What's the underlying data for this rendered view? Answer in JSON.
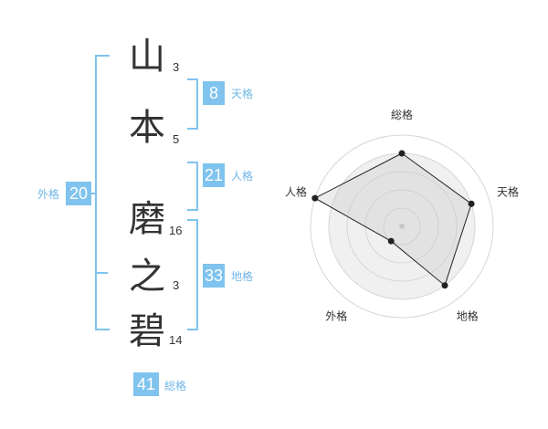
{
  "name": {
    "chars": [
      {
        "char": "山",
        "strokes": "3"
      },
      {
        "char": "本",
        "strokes": "5"
      },
      {
        "char": "磨",
        "strokes": "16"
      },
      {
        "char": "之",
        "strokes": "3"
      },
      {
        "char": "碧",
        "strokes": "14"
      }
    ]
  },
  "fortune": {
    "tenkaku": {
      "value": "8",
      "label": "天格"
    },
    "jinkaku": {
      "value": "21",
      "label": "人格"
    },
    "chikaku": {
      "value": "33",
      "label": "地格"
    },
    "gaikaku": {
      "value": "20",
      "label": "外格"
    },
    "soukaku": {
      "value": "41",
      "label": "総格"
    }
  },
  "colors": {
    "accent": "#7fc3ee",
    "label": "#6fb6e6",
    "text": "#333333"
  },
  "chart_data": {
    "type": "radar",
    "axes": [
      "総格",
      "天格",
      "地格",
      "外格",
      "人格"
    ],
    "values": [
      4,
      4,
      4,
      1,
      5
    ],
    "range": [
      0,
      5
    ],
    "rings": 5
  }
}
